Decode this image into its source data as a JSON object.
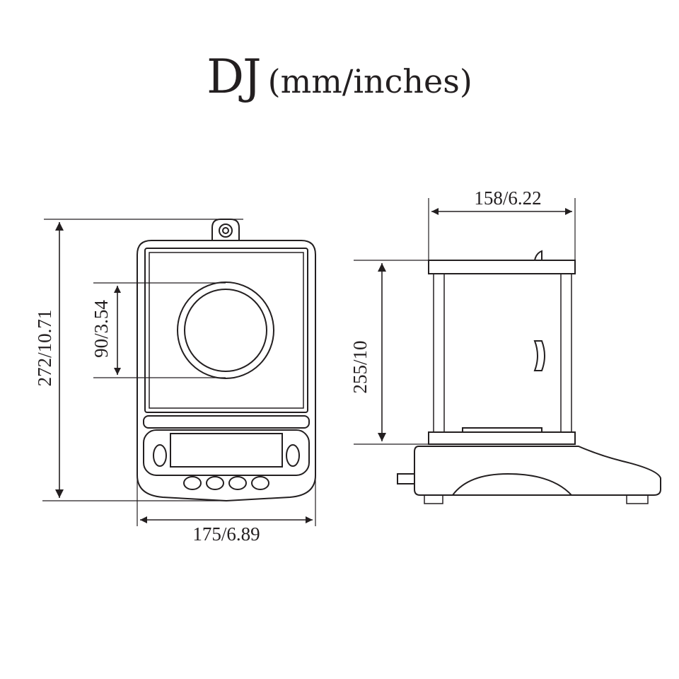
{
  "title": {
    "model": "DJ",
    "units": "(mm/inches)"
  },
  "front_view": {
    "height_label": "272/10.71",
    "width_label": "175/6.89",
    "pan_label": "90/3.54"
  },
  "side_view": {
    "width_label": "158/6.22",
    "height_label": "255/10"
  },
  "colors": {
    "line": "#231f20",
    "background": "#ffffff"
  }
}
